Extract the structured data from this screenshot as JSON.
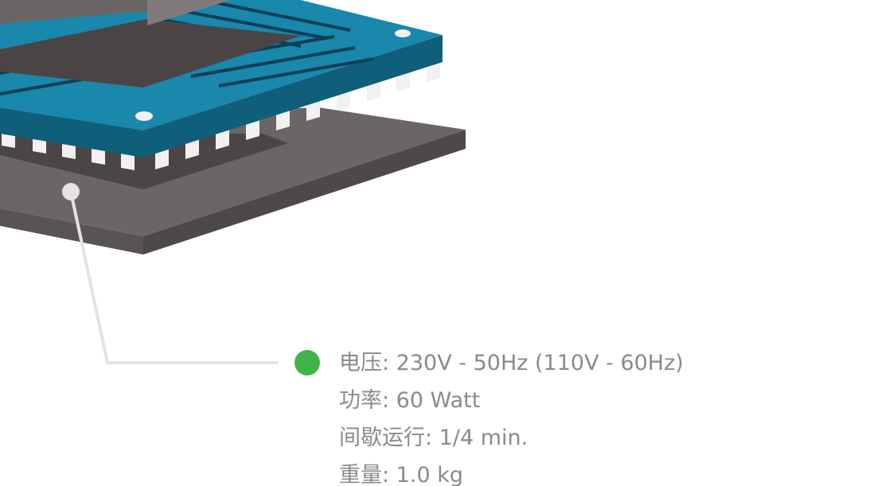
{
  "colors": {
    "pcb_top": "#1a87ad",
    "pcb_side": "#0f5f7a",
    "pcb_trace": "#0b3f55",
    "chip_top": "#4a4544",
    "base_top": "#6b6665",
    "base_side": "#4e4948",
    "base_shadow": "#4b4645",
    "pin": "#f2f0f0",
    "callout_line": "#e6e2e2",
    "status_dot": "#3fb549",
    "spec_text": "#8a8a8a"
  },
  "specs": [
    "电压: 230V - 50Hz (110V - 60Hz)",
    "功率: 60 Watt",
    "间歇运行: 1/4 min.",
    "重量: 1.0 kg"
  ]
}
